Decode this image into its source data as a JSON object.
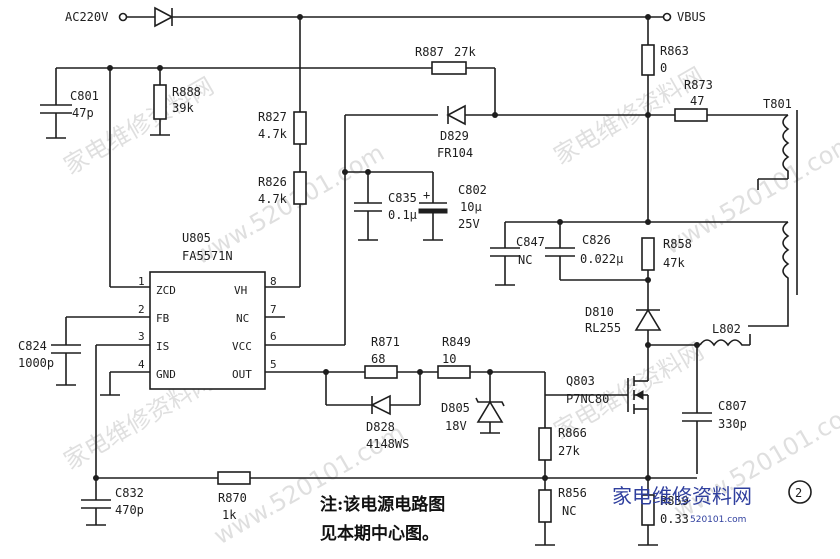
{
  "nets": {
    "input": "AC220V",
    "output": "VBUS"
  },
  "ic": {
    "ref": "U805",
    "part": "FA5571N",
    "pins": [
      {
        "num": "1",
        "name": "ZCD"
      },
      {
        "num": "2",
        "name": "FB"
      },
      {
        "num": "3",
        "name": "IS"
      },
      {
        "num": "4",
        "name": "GND"
      },
      {
        "num": "8",
        "name": "VH"
      },
      {
        "num": "7",
        "name": "NC"
      },
      {
        "num": "6",
        "name": "VCC"
      },
      {
        "num": "5",
        "name": "OUT"
      }
    ]
  },
  "components": {
    "C801": {
      "ref": "C801",
      "value": "47p"
    },
    "R888": {
      "ref": "R888",
      "value": "39k"
    },
    "R887": {
      "ref": "R887",
      "value": "27k"
    },
    "R827": {
      "ref": "R827",
      "value": "4.7k"
    },
    "R826": {
      "ref": "R826",
      "value": "4.7k"
    },
    "D829": {
      "ref": "D829",
      "value": "FR104"
    },
    "R863": {
      "ref": "R863",
      "value": "0"
    },
    "R873": {
      "ref": "R873",
      "value": "47"
    },
    "T801": {
      "ref": "T801"
    },
    "C835": {
      "ref": "C835",
      "value": "0.1μ"
    },
    "C802": {
      "ref": "C802",
      "value": "10μ",
      "rating": "25V"
    },
    "C847": {
      "ref": "C847",
      "value": "NC"
    },
    "C826": {
      "ref": "C826",
      "value": "0.022μ"
    },
    "R858": {
      "ref": "R858",
      "value": "47k"
    },
    "D810": {
      "ref": "D810",
      "value": "RL255"
    },
    "L802": {
      "ref": "L802"
    },
    "C824": {
      "ref": "C824",
      "value": "1000p"
    },
    "R871": {
      "ref": "R871",
      "value": "68"
    },
    "R849": {
      "ref": "R849",
      "value": "10"
    },
    "D828": {
      "ref": "D828",
      "value": "4148WS"
    },
    "D805": {
      "ref": "D805",
      "value": "18V"
    },
    "Q803": {
      "ref": "Q803",
      "value": "P7NC80"
    },
    "C807": {
      "ref": "C807",
      "value": "330p"
    },
    "R866": {
      "ref": "R866",
      "value": "27k"
    },
    "C832": {
      "ref": "C832",
      "value": "470p"
    },
    "R870": {
      "ref": "R870",
      "value": "1k"
    },
    "R856": {
      "ref": "R856",
      "value": "NC"
    },
    "R859": {
      "ref": "R859",
      "value": "0.33"
    }
  },
  "note": {
    "line1": "注:该电源电路图",
    "line2": "见本期中心图。"
  },
  "circle_mark": "2",
  "brand": {
    "text": "家电维修资料网",
    "url": "520101.com"
  },
  "watermarks": [
    "家电维修资料网",
    "www.520101.com"
  ]
}
